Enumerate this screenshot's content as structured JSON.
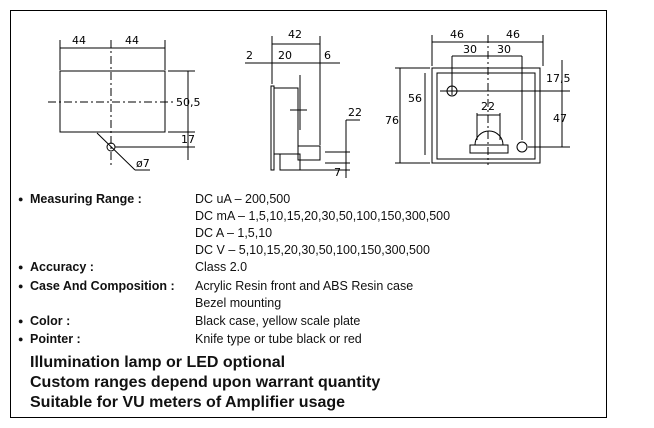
{
  "drawings": {
    "front": {
      "w_left": "44",
      "w_right": "44",
      "height": "50,5",
      "hole_offset": "17",
      "hole_dia": "ø7"
    },
    "side": {
      "depth": "42",
      "bezel": "2",
      "body": "20",
      "terminal": "6",
      "term_height": "22",
      "term_low": "7"
    },
    "rear": {
      "w_left": "46",
      "w_right": "46",
      "hole_left": "30",
      "hole_right": "30",
      "top_offset": "17,5",
      "inner_h": "56",
      "outer_h": "76",
      "hole_spacing": "47",
      "center": "22"
    }
  },
  "specs": [
    {
      "label": "Measuring Range :",
      "values": [
        "DC uA – 200,500",
        "DC mA – 1,5,10,15,20,30,50,100,150,300,500",
        "DC A – 1,5,10",
        "DC V – 5,10,15,20,30,50,100,150,300,500"
      ]
    },
    {
      "label": "Accuracy :",
      "values": [
        "Class 2.0"
      ]
    },
    {
      "label": "Case And Composition :",
      "values": [
        "Acrylic Resin front and ABS Resin case",
        "Bezel mounting"
      ]
    },
    {
      "label": "Color :",
      "values": [
        "Black case, yellow scale plate"
      ]
    },
    {
      "label": "Pointer :",
      "values": [
        "Knife type or tube black or red"
      ]
    }
  ],
  "notes": [
    "Illumination lamp or LED optional",
    "Custom ranges depend upon warrant quantity",
    "Suitable for VU meters of Amplifier usage"
  ]
}
